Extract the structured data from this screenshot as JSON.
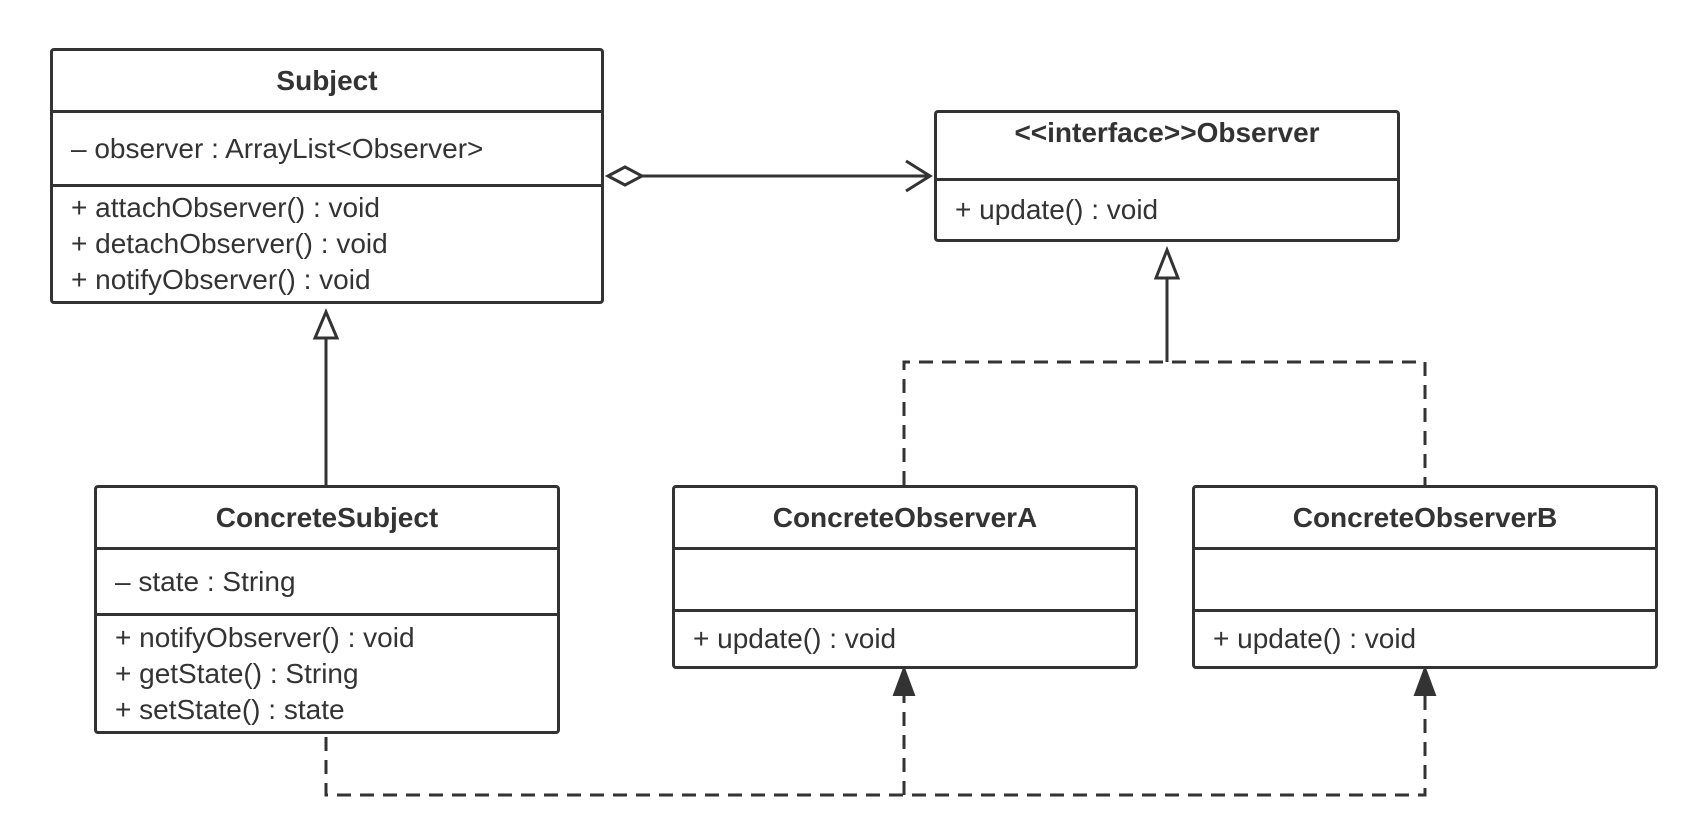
{
  "classes": {
    "subject": {
      "name": "Subject",
      "attributes": [
        "– observer : ArrayList<Observer>"
      ],
      "methods": [
        "+ attachObserver() : void",
        "+ detachObserver() : void",
        "+ notifyObserver() : void"
      ]
    },
    "observer": {
      "name": "<<interface>>Observer",
      "attributes": [],
      "methods": [
        "+ update() : void"
      ]
    },
    "concrete_subject": {
      "name": "ConcreteSubject",
      "attributes": [
        "– state : String"
      ],
      "methods": [
        "+ notifyObserver() : void",
        "+ getState() : String",
        "+ setState() : state"
      ]
    },
    "concrete_observer_a": {
      "name": "ConcreteObserverA",
      "attributes": [],
      "methods": [
        "+ update() : void"
      ]
    },
    "concrete_observer_b": {
      "name": "ConcreteObserverB",
      "attributes": [],
      "methods": [
        "+ update() : void"
      ]
    }
  },
  "relations": [
    {
      "type": "aggregation",
      "from": "Subject",
      "to": "Observer"
    },
    {
      "type": "generalization",
      "from": "ConcreteSubject",
      "to": "Subject"
    },
    {
      "type": "realization",
      "from": "ConcreteObserverA",
      "to": "Observer"
    },
    {
      "type": "realization",
      "from": "ConcreteObserverB",
      "to": "Observer"
    },
    {
      "type": "dependency",
      "from": "ConcreteSubject",
      "to": "ConcreteObserverA"
    },
    {
      "type": "dependency",
      "from": "ConcreteSubject",
      "to": "ConcreteObserverB"
    }
  ],
  "colors": {
    "stroke": "#333333",
    "background": "#ffffff"
  }
}
